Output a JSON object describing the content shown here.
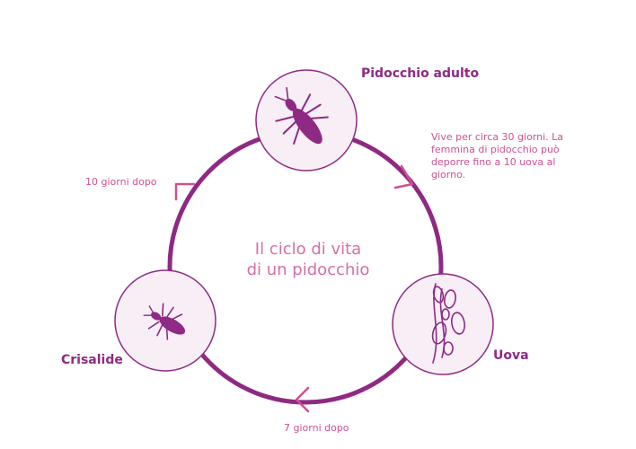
{
  "diagram": {
    "title_line1": "Il ciclo di vita",
    "title_line2": "di un pidocchio",
    "stages": {
      "adult": {
        "label": "Pidocchio adulto",
        "icon": "adult-louse-icon"
      },
      "eggs": {
        "label": "Uova",
        "icon": "louse-eggs-icon"
      },
      "nymph": {
        "label": "Crisalide",
        "icon": "nymph-louse-icon"
      }
    },
    "notes": {
      "adult_description": "Vive per circa 30 giorni. La femmina di pidocchio può deporre fino a 10 uova al giorno.",
      "after_nymph": "10 giorni dopo",
      "after_eggs": "7 giorni dopo"
    },
    "colors": {
      "ring": "#8e2a84",
      "node_fill": "#f7eef6",
      "arrow": "#d04f95",
      "title_text": "#8e2a84",
      "note_text": "#d04f95",
      "center_text": "#d46fa8"
    }
  }
}
